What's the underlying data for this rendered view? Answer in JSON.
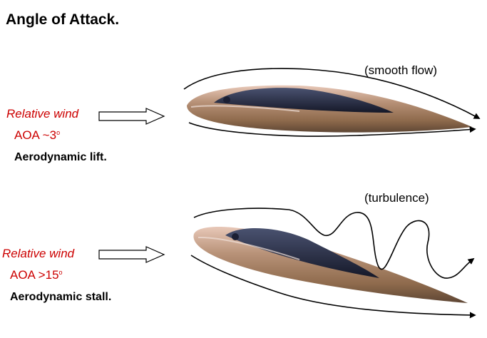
{
  "title": "Angle of Attack.",
  "panels": [
    {
      "wind_label": "Relative wind",
      "aoa_prefix": "AOA ~3",
      "aoa_degree": "o",
      "result": "Aerodynamic lift.",
      "flow_note": "(smooth flow)"
    },
    {
      "wind_label": "Relative wind",
      "aoa_prefix": "AOA >15",
      "aoa_degree": "o",
      "result": "Aerodynamic stall.",
      "flow_note": "(turbulence)"
    }
  ],
  "colors": {
    "label_red": "#cc0000",
    "text": "#000000",
    "airfoil_bronze": "#9c7a5e",
    "airfoil_dark": "#2a2f44"
  }
}
